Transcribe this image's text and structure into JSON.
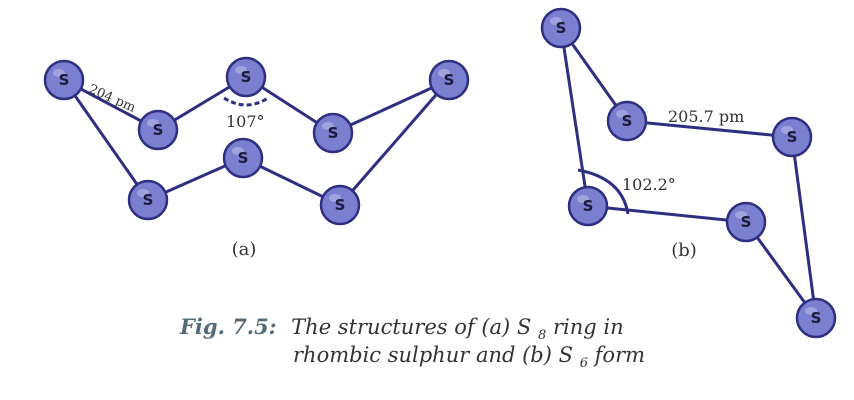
{
  "atom_symbol": "S",
  "colors": {
    "bond": "#2e2f80",
    "atom_fill": "#7b7fd0",
    "atom_stroke": "#2e2f80",
    "angle_arc": "#2e2f80",
    "caption_label": "#556b7a"
  },
  "diagram_a": {
    "sublabel": "(a)",
    "bond_length": "204 pm",
    "angle": "107°"
  },
  "diagram_b": {
    "sublabel": "(b)",
    "bond_length": "205.7 pm",
    "angle": "102.2°"
  },
  "caption": {
    "label": "Fig. 7.5:",
    "line1_pre": "The structures of (a) S",
    "line1_sub": "8",
    "line1_post": " ring in",
    "line2_pre": "rhombic sulphur and (b) S",
    "line2_sub": "6",
    "line2_post": " form"
  }
}
